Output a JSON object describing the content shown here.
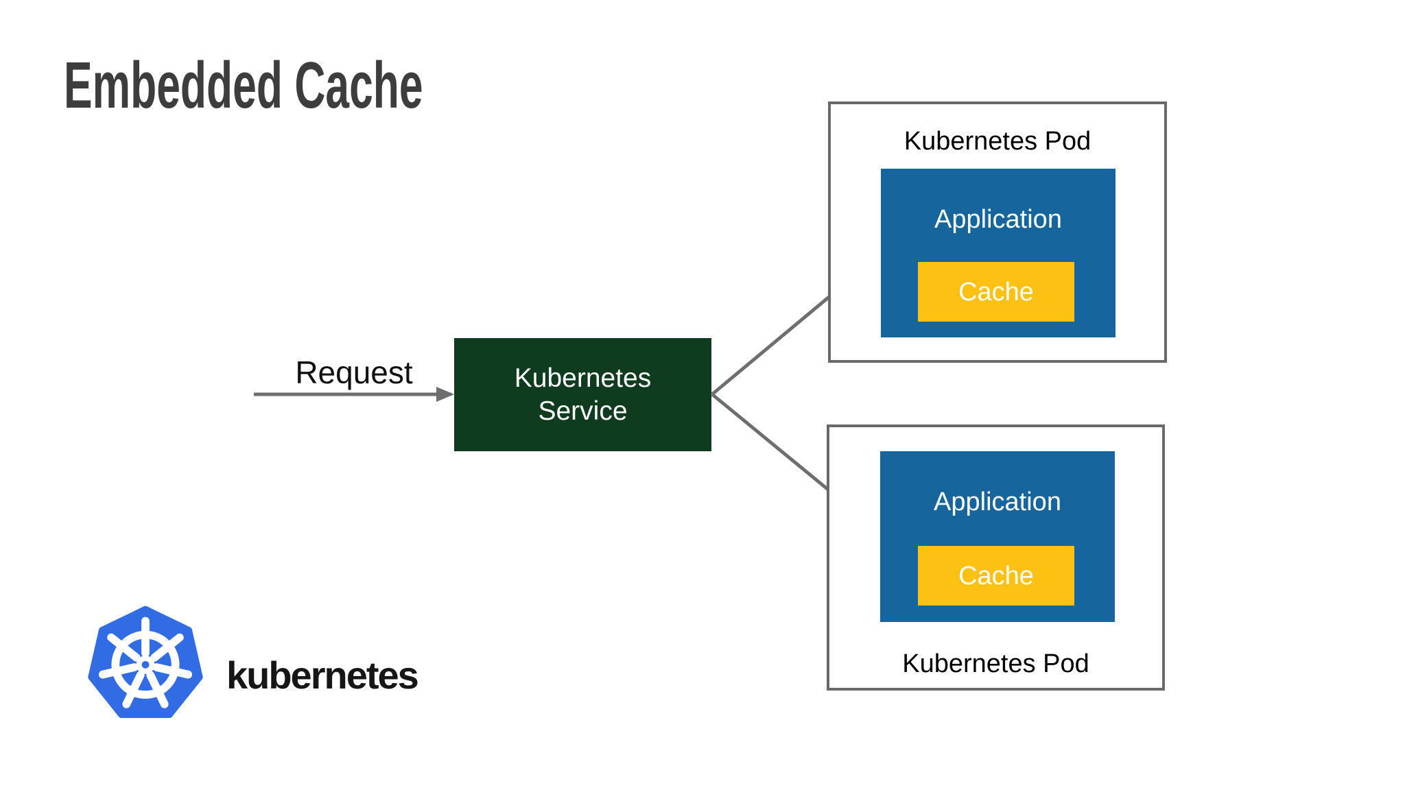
{
  "title": "Embedded Cache",
  "flow": {
    "request_label": "Request",
    "service": {
      "line1": "Kubernetes",
      "line2": "Service"
    }
  },
  "pods": [
    {
      "label": "Kubernetes Pod",
      "label_position": "top",
      "application_label": "Application",
      "cache_label": "Cache"
    },
    {
      "label": "Kubernetes Pod",
      "label_position": "bottom",
      "application_label": "Application",
      "cache_label": "Cache"
    }
  ],
  "logo": {
    "wordmark": "kubernetes",
    "icon": "kubernetes-helm-icon"
  },
  "colors": {
    "green": "#0F3B1F",
    "blue": "#16669D",
    "yellow": "#FCC112",
    "k8s-blue": "#326CE5",
    "arrow": "#6E6E6E",
    "border": "#696969",
    "title": "#3D3D3D",
    "ink": "#111111"
  }
}
